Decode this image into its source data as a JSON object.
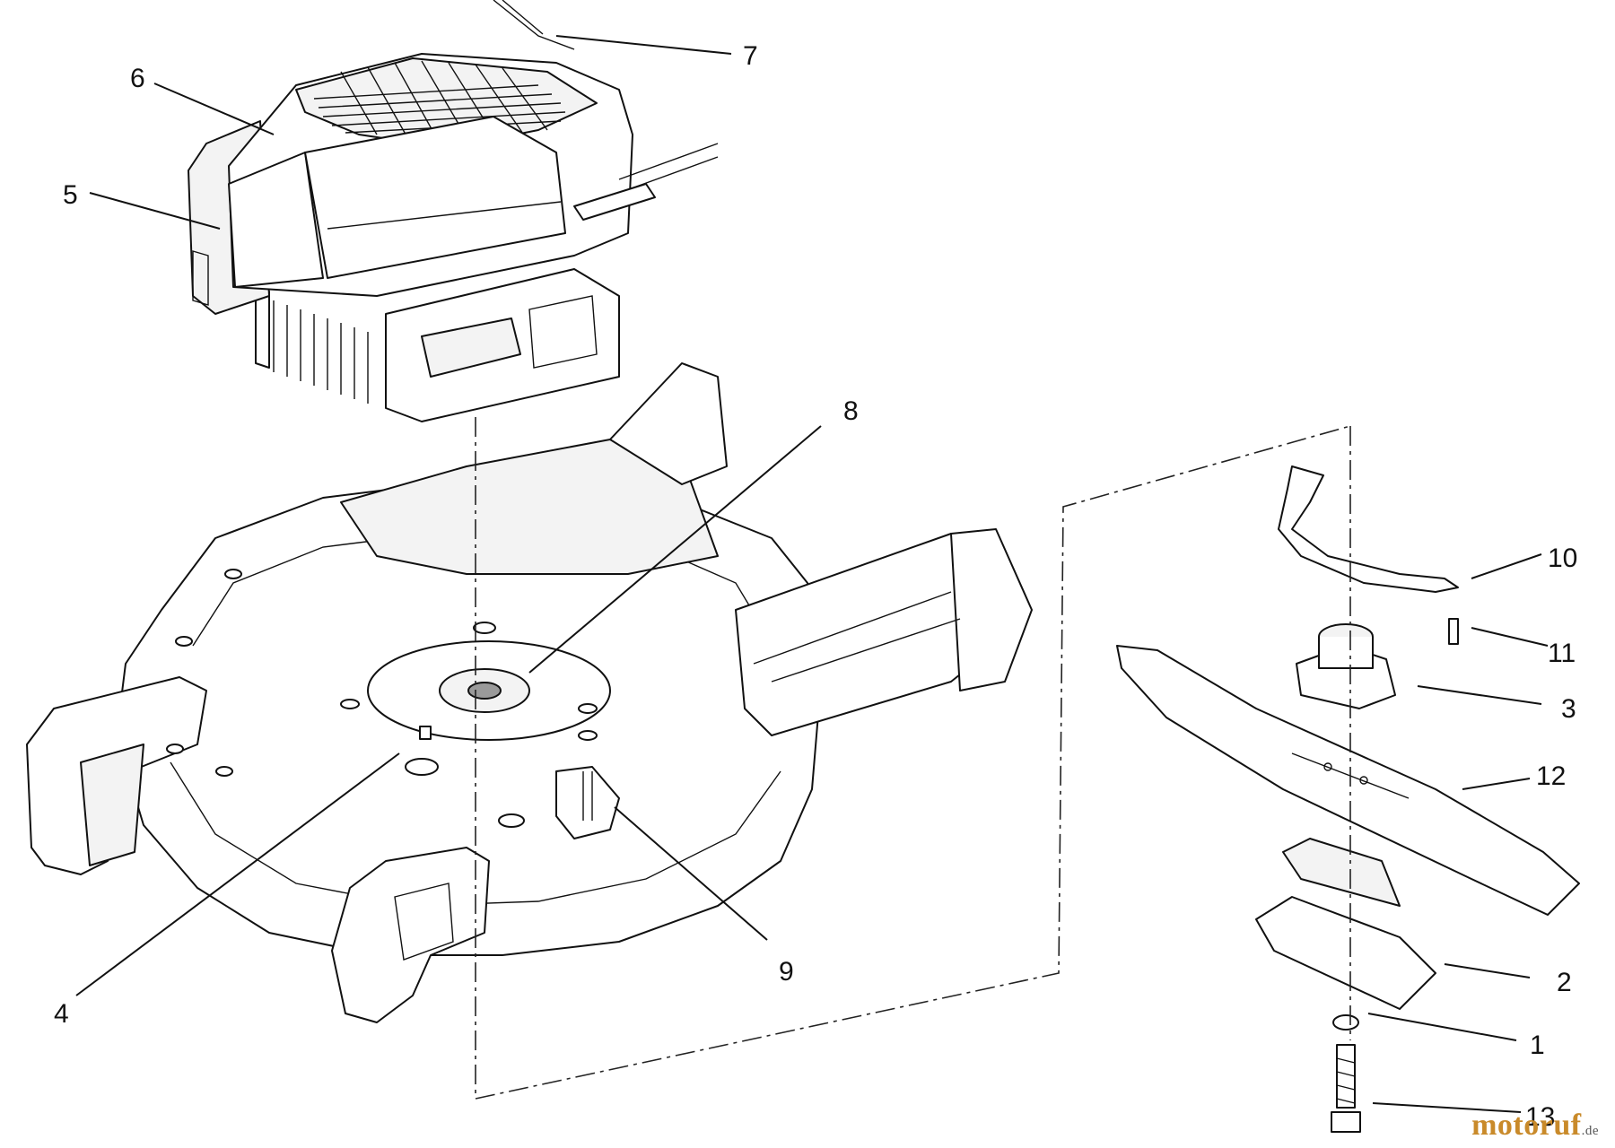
{
  "callouts": {
    "c1": "1",
    "c2": "2",
    "c3": "3",
    "c4": "4",
    "c5": "5",
    "c6": "6",
    "c7": "7",
    "c8": "8",
    "c9": "9",
    "c10": "10",
    "c11": "11",
    "c12": "12",
    "c13": "13"
  },
  "watermark": {
    "brand": "motoruf",
    "suffix": ".de"
  },
  "colors": {
    "line": "#111111",
    "background": "#ffffff",
    "watermark": "#c98a2a"
  }
}
